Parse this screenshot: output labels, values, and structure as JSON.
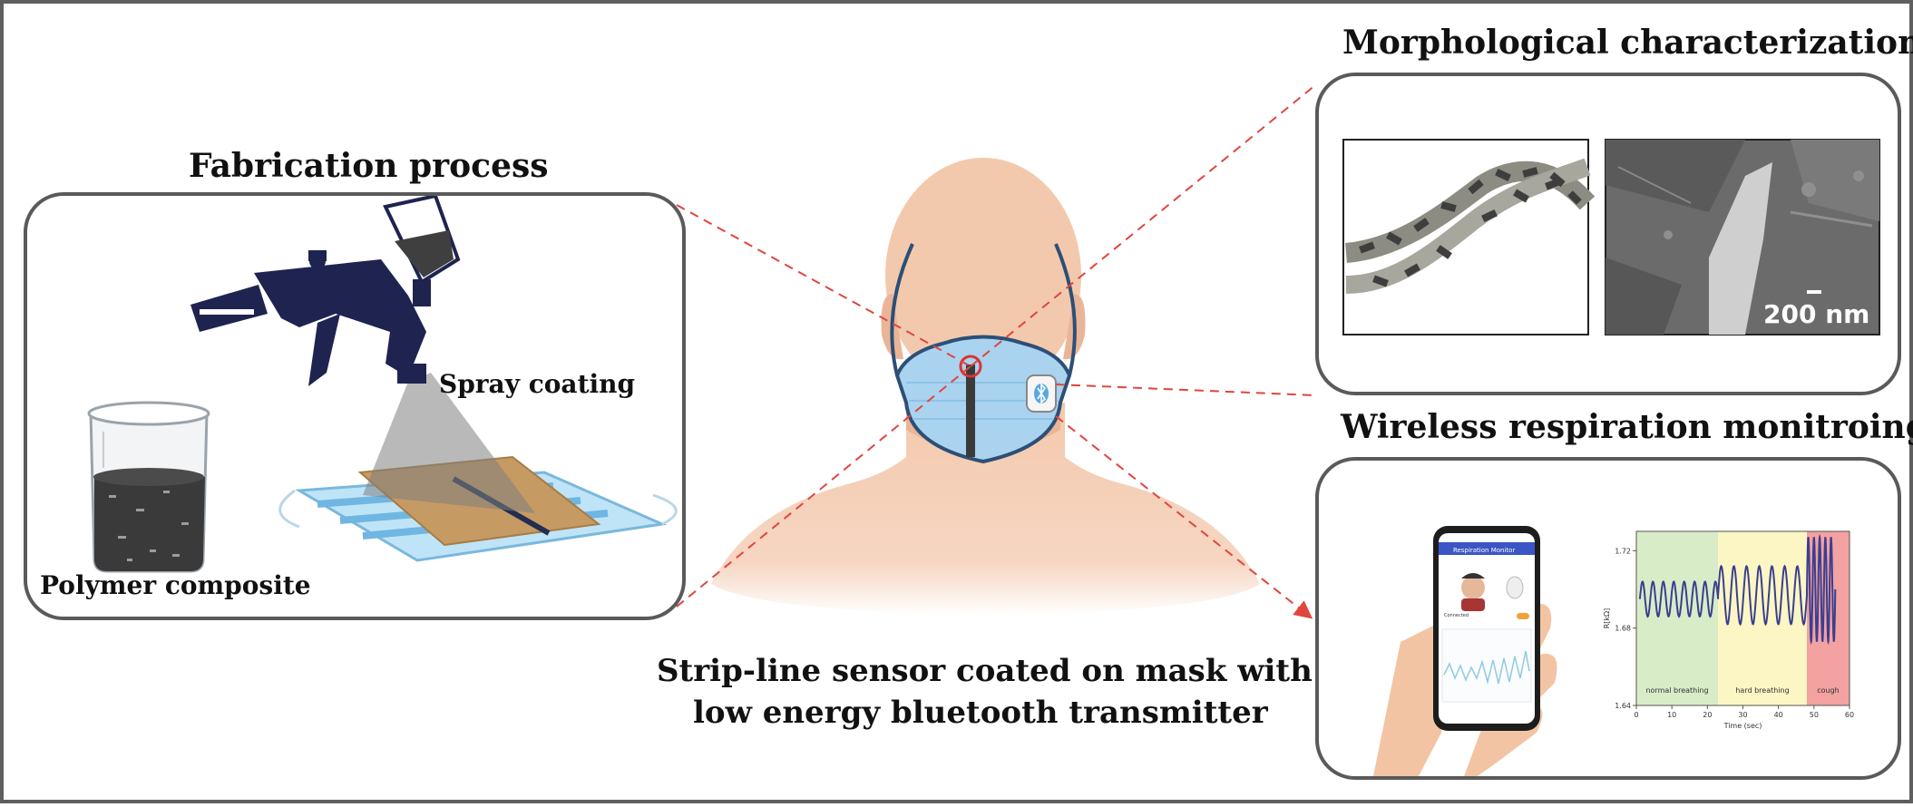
{
  "titles": {
    "fabrication": "Fabrication process",
    "morphology": "Morphological characterization",
    "wireless": "Wireless respiration monitroing"
  },
  "labels": {
    "spray": "Spray coating",
    "polymer": "Polymer composite",
    "caption_line1": "Strip-line sensor coated on mask with",
    "caption_line2": "low energy bluetooth transmitter",
    "scale_bar": "200 nm"
  },
  "phone": {
    "app_title": "Respiration Monitor",
    "connect_label": "Connected"
  },
  "chart_data": {
    "type": "line",
    "xlabel": "Time (sec)",
    "ylabel": "R[kΩ]",
    "xlim": [
      0,
      60
    ],
    "ylim": [
      1.64,
      1.73
    ],
    "xticks": [
      "0",
      "10",
      "20",
      "30",
      "40",
      "50",
      "60"
    ],
    "yticks": [
      "1.64",
      "1.68",
      "1.72"
    ],
    "regions": [
      {
        "label": "normal breathing",
        "x": [
          0,
          23
        ],
        "color": "#d8ecc8"
      },
      {
        "label": "hard breathing",
        "x": [
          23,
          48
        ],
        "color": "#fbf6c4"
      },
      {
        "label": "cough",
        "x": [
          48,
          60
        ],
        "color": "#f3a1a1"
      }
    ],
    "series": [
      {
        "color": "#3a3f8f",
        "segments": [
          {
            "x": [
              1,
              23
            ],
            "base": 1.695,
            "amp": 0.009,
            "cycles": 7.5
          },
          {
            "x": [
              23,
              48
            ],
            "base": 1.697,
            "amp": 0.015,
            "cycles": 7
          },
          {
            "x": [
              48,
              56
            ],
            "base": 1.7,
            "amp": 0.027,
            "cycles": 5
          }
        ]
      }
    ]
  },
  "colors": {
    "guide_line": "#e0463e",
    "mask": "#a9d3ef",
    "skin": "#f3c9ad",
    "panel_border": "#5a5a5a"
  }
}
